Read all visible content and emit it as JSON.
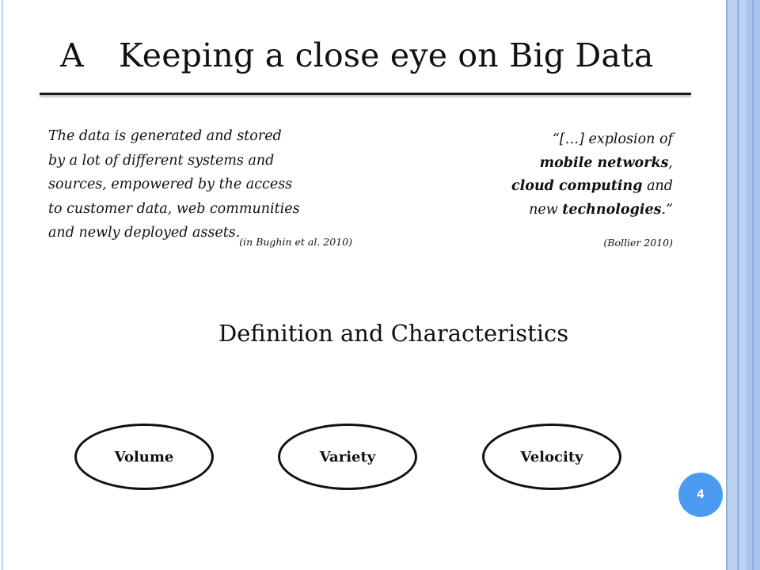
{
  "slide": {
    "title_letter": "A",
    "title": "Keeping a close eye on Big Data",
    "subtitle": "Definition and Characteristics",
    "page_number": "4"
  },
  "quote_left": {
    "lines": [
      "The data is generated and stored",
      "by a lot of different systems and",
      "sources, empowered by the access",
      "to customer data, web communities",
      "and newly deployed assets."
    ],
    "citation": "(in Bughin et al. 2010)"
  },
  "quote_right": {
    "line1": "“[…] explosion of",
    "line2_bold": "mobile networks",
    "line2_end": ",",
    "line3_bold": "cloud computing",
    "line3_end": " and",
    "line4_start": "new ",
    "line4_bold": "technologies",
    "line4_end": ".”",
    "citation": "(Bollier 2010)"
  },
  "characteristics": [
    "Volume",
    "Variety",
    "Velocity"
  ],
  "colors": {
    "accent_blue": "#4b9cf0",
    "band_blue": "#bdd2ee",
    "text": "#111111"
  }
}
